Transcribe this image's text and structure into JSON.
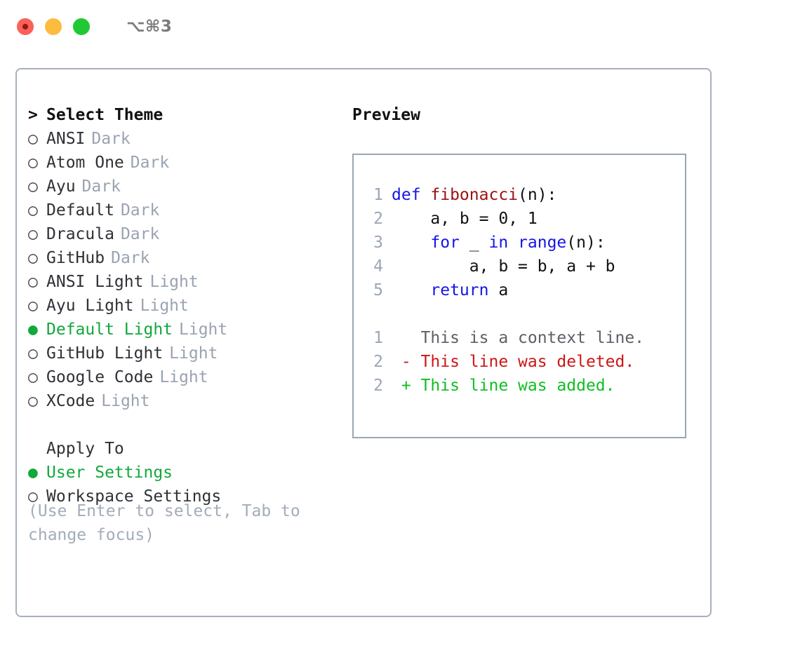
{
  "window": {
    "title": "⌥⌘3",
    "traffic_lights": [
      {
        "name": "close",
        "color": "#fc6058"
      },
      {
        "name": "minimize",
        "color": "#fdbc40"
      },
      {
        "name": "maximize",
        "color": "#20c933"
      }
    ]
  },
  "colors": {
    "accent_green": "#12a83c",
    "muted": "#9aa3b2",
    "border": "#a8b0bf",
    "keyword_blue": "#1515e8",
    "function_red": "#9c1111",
    "diff_add": "#0fbf22",
    "diff_del": "#cc1616"
  },
  "theme_list": {
    "header": "Select Theme",
    "header_marker": ">",
    "marker_unselected": "○",
    "marker_selected": "●",
    "items": [
      {
        "label": "ANSI",
        "tag": "Dark",
        "selected": false
      },
      {
        "label": "Atom One",
        "tag": "Dark",
        "selected": false
      },
      {
        "label": "Ayu",
        "tag": "Dark",
        "selected": false
      },
      {
        "label": "Default",
        "tag": "Dark",
        "selected": false
      },
      {
        "label": "Dracula",
        "tag": "Dark",
        "selected": false
      },
      {
        "label": "GitHub",
        "tag": "Dark",
        "selected": false
      },
      {
        "label": "ANSI Light",
        "tag": "Light",
        "selected": false
      },
      {
        "label": "Ayu Light",
        "tag": "Light",
        "selected": false
      },
      {
        "label": "Default Light",
        "tag": "Light",
        "selected": true
      },
      {
        "label": "GitHub Light",
        "tag": "Light",
        "selected": false
      },
      {
        "label": "Google Code",
        "tag": "Light",
        "selected": false
      },
      {
        "label": "XCode",
        "tag": "Light",
        "selected": false
      }
    ]
  },
  "apply_to": {
    "header": "Apply To",
    "items": [
      {
        "label": "User Settings",
        "selected": true
      },
      {
        "label": "Workspace Settings",
        "selected": false
      }
    ]
  },
  "hint": "(Use Enter to select, Tab to change focus)",
  "preview": {
    "title": "Preview",
    "code_lines": [
      {
        "no": "1",
        "tokens": [
          {
            "t": "def ",
            "k": "kw"
          },
          {
            "t": "fibonacci",
            "k": "fn"
          },
          {
            "t": "(n):",
            "k": "plain"
          }
        ]
      },
      {
        "no": "2",
        "tokens": [
          {
            "t": "    a, b = 0, 1",
            "k": "plain"
          }
        ]
      },
      {
        "no": "3",
        "tokens": [
          {
            "t": "    ",
            "k": "plain"
          },
          {
            "t": "for",
            "k": "kw"
          },
          {
            "t": " _ ",
            "k": "plain"
          },
          {
            "t": "in",
            "k": "kw"
          },
          {
            "t": " ",
            "k": "plain"
          },
          {
            "t": "range",
            "k": "kw"
          },
          {
            "t": "(n):",
            "k": "plain"
          }
        ]
      },
      {
        "no": "4",
        "tokens": [
          {
            "t": "        a, b = b, a + b",
            "k": "plain"
          }
        ]
      },
      {
        "no": "5",
        "tokens": [
          {
            "t": "    ",
            "k": "plain"
          },
          {
            "t": "return",
            "k": "kw"
          },
          {
            "t": " a",
            "k": "plain"
          }
        ]
      }
    ],
    "diff_lines": [
      {
        "no": "1",
        "sign": " ",
        "text": "This is a context line.",
        "kind": "context"
      },
      {
        "no": "2",
        "sign": "-",
        "text": "This line was deleted.",
        "kind": "deleted"
      },
      {
        "no": "2",
        "sign": "+",
        "text": "This line was added.",
        "kind": "added"
      }
    ]
  }
}
